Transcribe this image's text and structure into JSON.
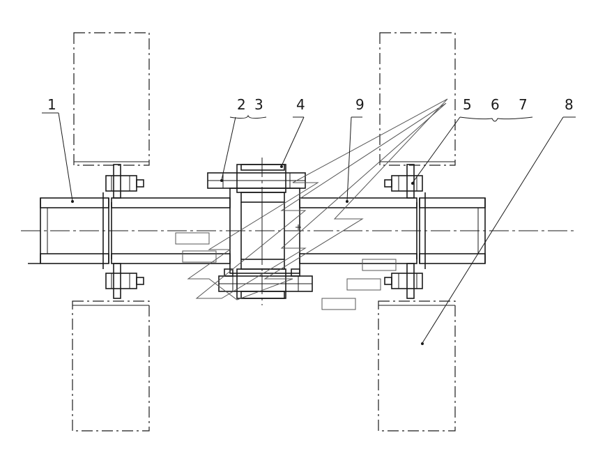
{
  "drawing": {
    "callouts": [
      {
        "id": "1",
        "text": "1"
      },
      {
        "id": "2",
        "text": "2"
      },
      {
        "id": "3",
        "text": "3"
      },
      {
        "id": "4",
        "text": "4"
      },
      {
        "id": "9",
        "text": "9"
      },
      {
        "id": "5",
        "text": "5"
      },
      {
        "id": "6",
        "text": "6"
      },
      {
        "id": "7",
        "text": "7"
      },
      {
        "id": "8",
        "text": "8"
      }
    ]
  }
}
